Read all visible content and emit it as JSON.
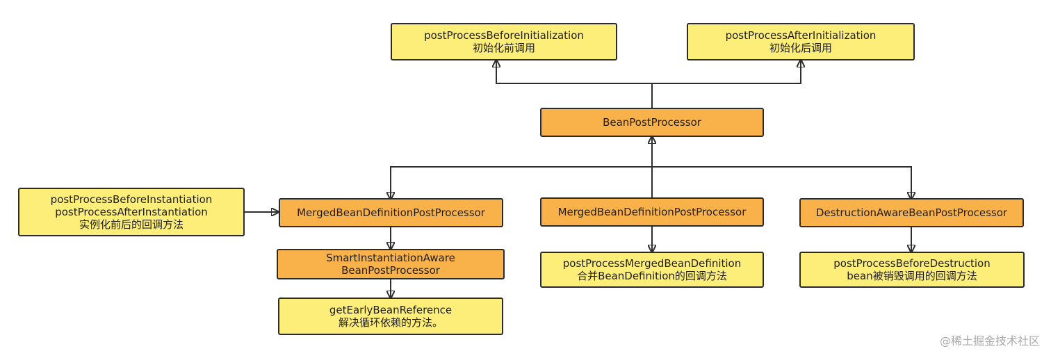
{
  "nodes": {
    "before_init": {
      "lines": [
        "postProcessBeforeInitialization",
        "初始化前调用"
      ]
    },
    "after_init": {
      "lines": [
        "postProcessAfterInitialization",
        "初始化后调用"
      ]
    },
    "bean_post_processor": {
      "lines": [
        "BeanPostProcessor"
      ]
    },
    "instantiation_methods": {
      "lines": [
        "postProcessBeforeInstantiation",
        "postProcessAfterInstantiation",
        "实例化前后的回调方法"
      ]
    },
    "merged_left": {
      "lines": [
        "MergedBeanDefinitionPostProcessor"
      ]
    },
    "smart_instantiation": {
      "lines": [
        "SmartInstantiationAware",
        "BeanPostProcessor"
      ]
    },
    "early_reference": {
      "lines": [
        "getEarlyBeanReference",
        "解决循环依赖的方法。"
      ]
    },
    "merged_middle": {
      "lines": [
        "MergedBeanDefinitionPostProcessor"
      ]
    },
    "post_process_merged": {
      "lines": [
        "postProcessMergedBeanDefinition",
        "合并BeanDefinition的回调方法"
      ]
    },
    "destruction_aware": {
      "lines": [
        "DestructionAwareBeanPostProcessor"
      ]
    },
    "before_destruction": {
      "lines": [
        "postProcessBeforeDestruction",
        "bean被销毁调用的回调方法"
      ]
    }
  },
  "watermark": "@稀土掘金技术社区",
  "colors": {
    "yellow": "#fdee7a",
    "orange": "#f9b24a",
    "stroke": "#2b2b2b"
  }
}
